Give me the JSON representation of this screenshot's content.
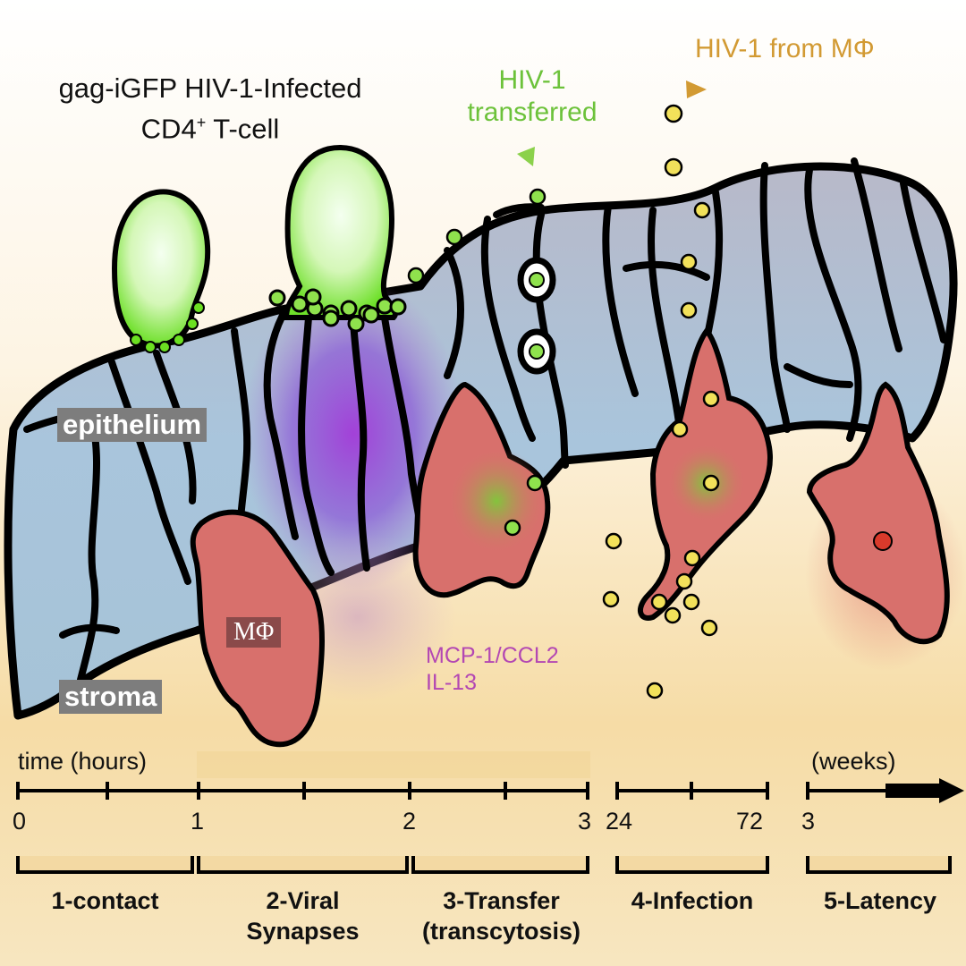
{
  "labels": {
    "cell_title_line1": "gag-iGFP HIV-1-Infected",
    "cell_title_line2_main": "CD4",
    "cell_title_line2_sup": "+",
    "cell_title_line2_rest": " T-cell",
    "hiv_transferred_line1": "HIV-1",
    "hiv_transferred_line2": "transferred",
    "hiv_from_mphi": "HIV-1 from MΦ",
    "epithelium": "epithelium",
    "stroma": "stroma",
    "macrophage": "MΦ",
    "chemokine_line1": "MCP-1/CCL2",
    "chemokine_line2": "IL-13"
  },
  "timeline": {
    "hours_label": "time (hours)",
    "weeks_label": "(weeks)",
    "ticks": [
      "0",
      "1",
      "2",
      "3",
      "24",
      "72",
      "3"
    ]
  },
  "stages": [
    {
      "line1": "1-contact",
      "line2": ""
    },
    {
      "line1": "2-Viral",
      "line2": "Synapses"
    },
    {
      "line1": "3-Transfer",
      "line2": "(transcytosis)"
    },
    {
      "line1": "4-Infection",
      "line2": ""
    },
    {
      "line1": "5-Latency",
      "line2": ""
    }
  ],
  "colors": {
    "background": "#fbf1dc",
    "epithelium_fill": "#a9c4d9",
    "macrophage_fill": "#d8706c",
    "tcell_fill": "#ddf7c8",
    "tcell_glow": "#6be021",
    "virion_yellow": "#f2e15a",
    "virion_green": "#8fe24d",
    "text_green": "#6cc23a",
    "text_gold": "#d29a33",
    "chemokine_purple": "#b347b3"
  }
}
